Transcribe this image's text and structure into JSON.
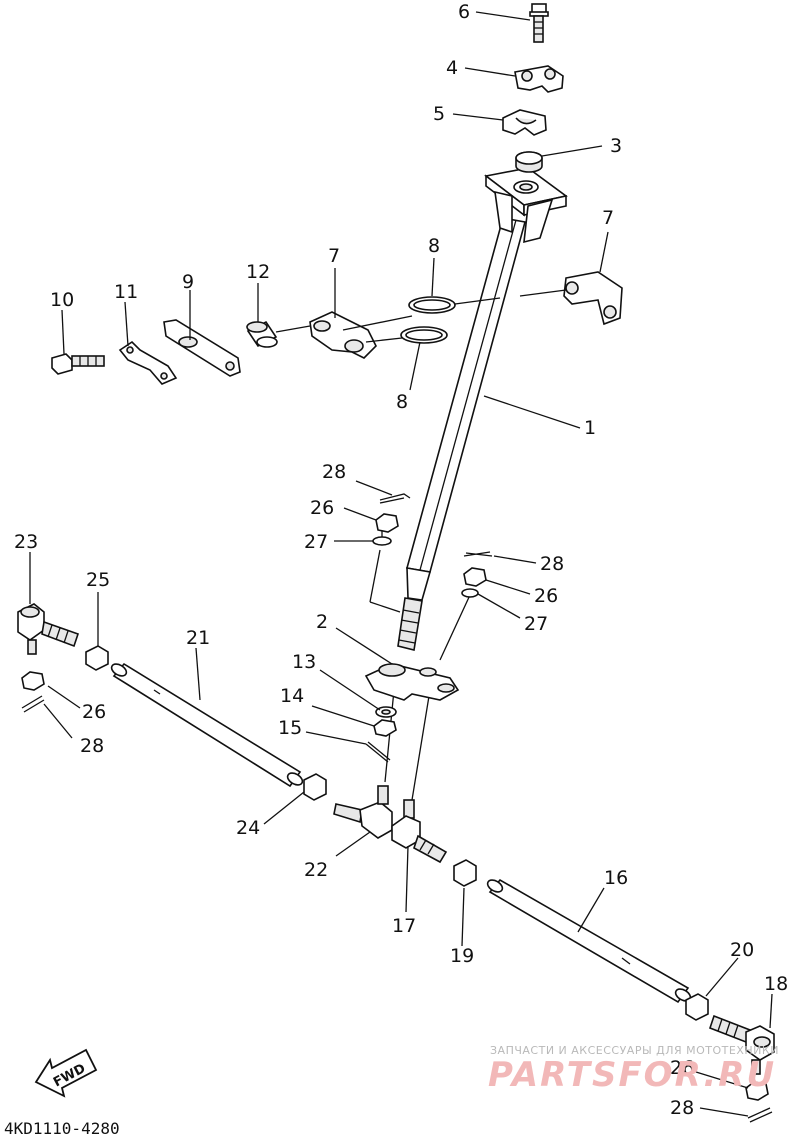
{
  "diagram": {
    "callouts": {
      "c1": "1",
      "c2": "2",
      "c3": "3",
      "c4": "4",
      "c5": "5",
      "c6": "6",
      "c7a": "7",
      "c7b": "7",
      "c8a": "8",
      "c8b": "8",
      "c9": "9",
      "c10": "10",
      "c11": "11",
      "c12": "12",
      "c13": "13",
      "c14": "14",
      "c15": "15",
      "c16": "16",
      "c17": "17",
      "c18": "18",
      "c19": "19",
      "c20": "20",
      "c21": "21",
      "c22": "22",
      "c23": "23",
      "c24": "24",
      "c25": "25",
      "c26a": "26",
      "c26b": "26",
      "c26c": "26",
      "c26d": "26",
      "c27a": "27",
      "c27b": "27",
      "c28a": "28",
      "c28b": "28",
      "c28c": "28",
      "c28d": "28"
    },
    "fwd_label": "FWD",
    "diagram_code": "4KD1110-4280"
  },
  "watermark": {
    "tagline": "ЗАПЧАСТИ И АКСЕССУАРЫ ДЛЯ МОТОТЕХНИКИ",
    "brand": "PARTSFOR.RU"
  }
}
